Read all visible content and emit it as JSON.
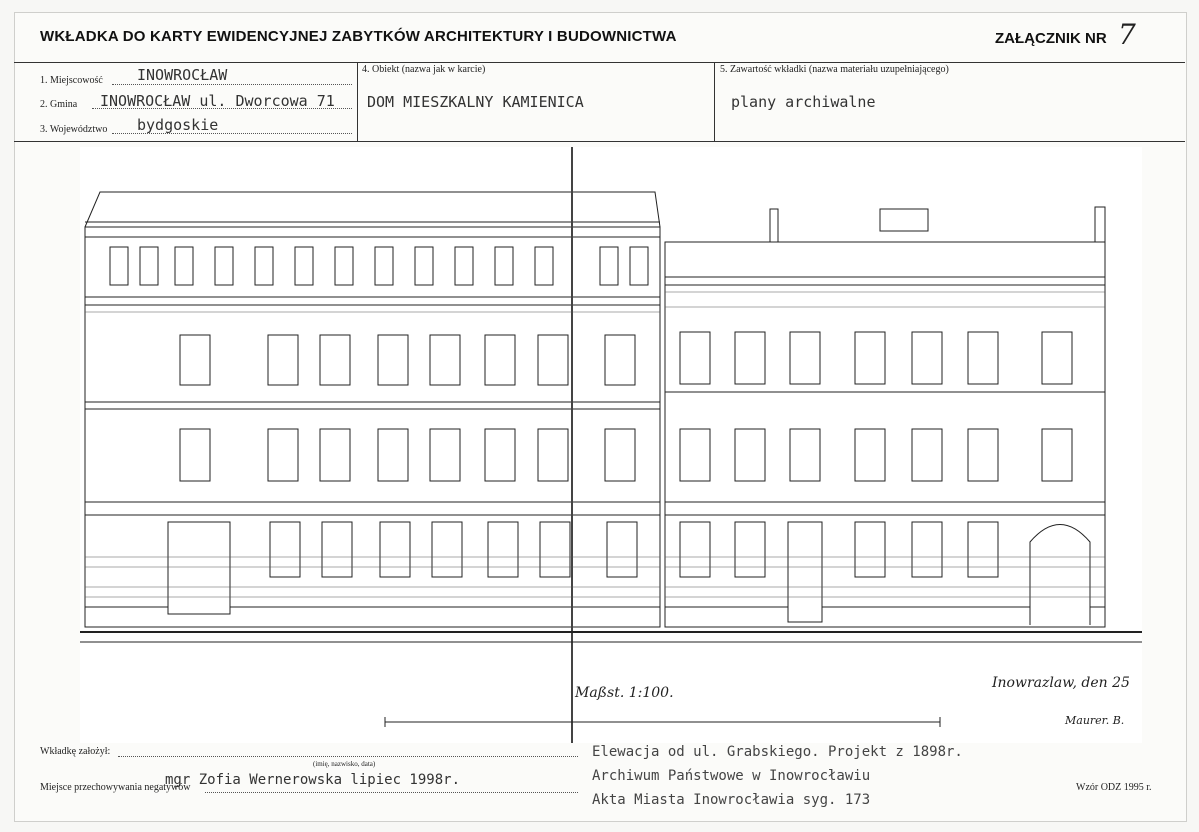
{
  "header": {
    "title": "WKŁADKA DO KARTY EWIDENCYJNEJ ZABYTKÓW ARCHITEKTURY I BUDOWNICTWA",
    "attachment_label": "ZAŁĄCZNIK NR",
    "attachment_number": "7"
  },
  "fields": {
    "locality_label": "1. Miejscowość",
    "locality_value": "INOWROCŁAW",
    "commune_label": "2. Gmina",
    "commune_value": "INOWROCŁAW ul. Dworcowa 71",
    "voivodeship_label": "3. Województwo",
    "voivodeship_value": "bydgoskie",
    "object_label": "4. Obiekt  (nazwa jak w karcie)",
    "object_value": "DOM MIESZKALNY  KAMIENICA",
    "content_label": "5. Zawartość wkładki  (nazwa materiału uzupełniającego)",
    "content_value": "plany archiwalne"
  },
  "drawing": {
    "scale_note": "Maßst. 1:100.",
    "place_date": "Inowrazlaw, den 25",
    "signature": "Maurer. B."
  },
  "footer": {
    "founded_label": "Wkładkę założył:",
    "founded_sub": "(imię, nazwisko, data)",
    "storage_label": "Miejsce przechowywania negatywów",
    "author_value": "mgr Zofia Wernerowska  lipiec 1998r.",
    "caption_line1": "Elewacja od ul. Grabskiego. Projekt z 1898r.",
    "caption_line2": "Archiwum Państwowe w Inowrocławiu",
    "caption_line3": "Akta Miasta Inowrocławia syg. 173",
    "form_code": "Wzór ODZ 1995 r."
  }
}
